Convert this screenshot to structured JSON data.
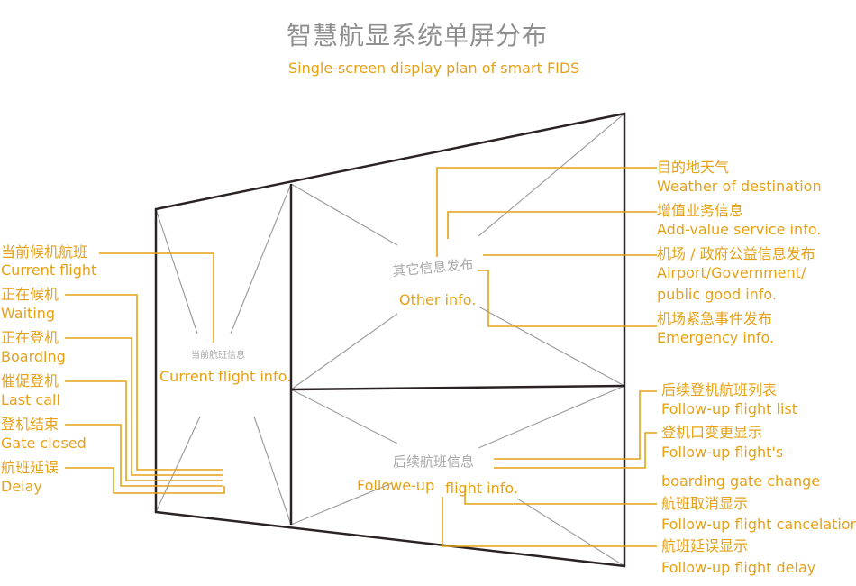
{
  "title": {
    "cn": "智慧航显系统单屏分布",
    "en": "Single-screen display plan of smart FIDS"
  },
  "colors": {
    "accent": "#e6a117",
    "frame": "#2b2323",
    "inner": "#9e9e9e",
    "title": "#8f8f8f"
  },
  "left_panel": {
    "label_cn": "当前航班信息",
    "label_en": "Current flight info.",
    "items": [
      {
        "cn": "当前候机航班",
        "en": "Current flight"
      },
      {
        "cn": "正在候机",
        "en": "Waiting"
      },
      {
        "cn": "正在登机",
        "en": "Boarding"
      },
      {
        "cn": "催促登机",
        "en": "Last call"
      },
      {
        "cn": "登机结束",
        "en": "Gate closed"
      },
      {
        "cn": "航班延误",
        "en": "Delay"
      }
    ]
  },
  "top_panel": {
    "label_cn": "其它信息发布",
    "label_en": "Other info.",
    "items": [
      {
        "cn": "目的地天气",
        "en": "Weather of destination"
      },
      {
        "cn": "增值业务信息",
        "en": "Add-value service info."
      },
      {
        "cn": "机场 / 政府公益信息发布",
        "en": "Airport/Government/",
        "en2": "public good info."
      },
      {
        "cn": "机场紧急事件发布",
        "en": "Emergency info."
      }
    ]
  },
  "bottom_panel": {
    "label_cn": "后续航班信息",
    "label_en_a": "Followe-up",
    "label_en_b": "flight info.",
    "items": [
      {
        "cn": "后续登机航班列表",
        "en": "Follow-up flight list"
      },
      {
        "cn": "登机口变更显示",
        "en": "Follow-up flight's",
        "en2": "boarding gate change"
      },
      {
        "cn": "航班取消显示",
        "en": "Follow-up flight cancelation"
      },
      {
        "cn": "航班延误显示",
        "en": "Follow-up flight delay"
      }
    ]
  }
}
